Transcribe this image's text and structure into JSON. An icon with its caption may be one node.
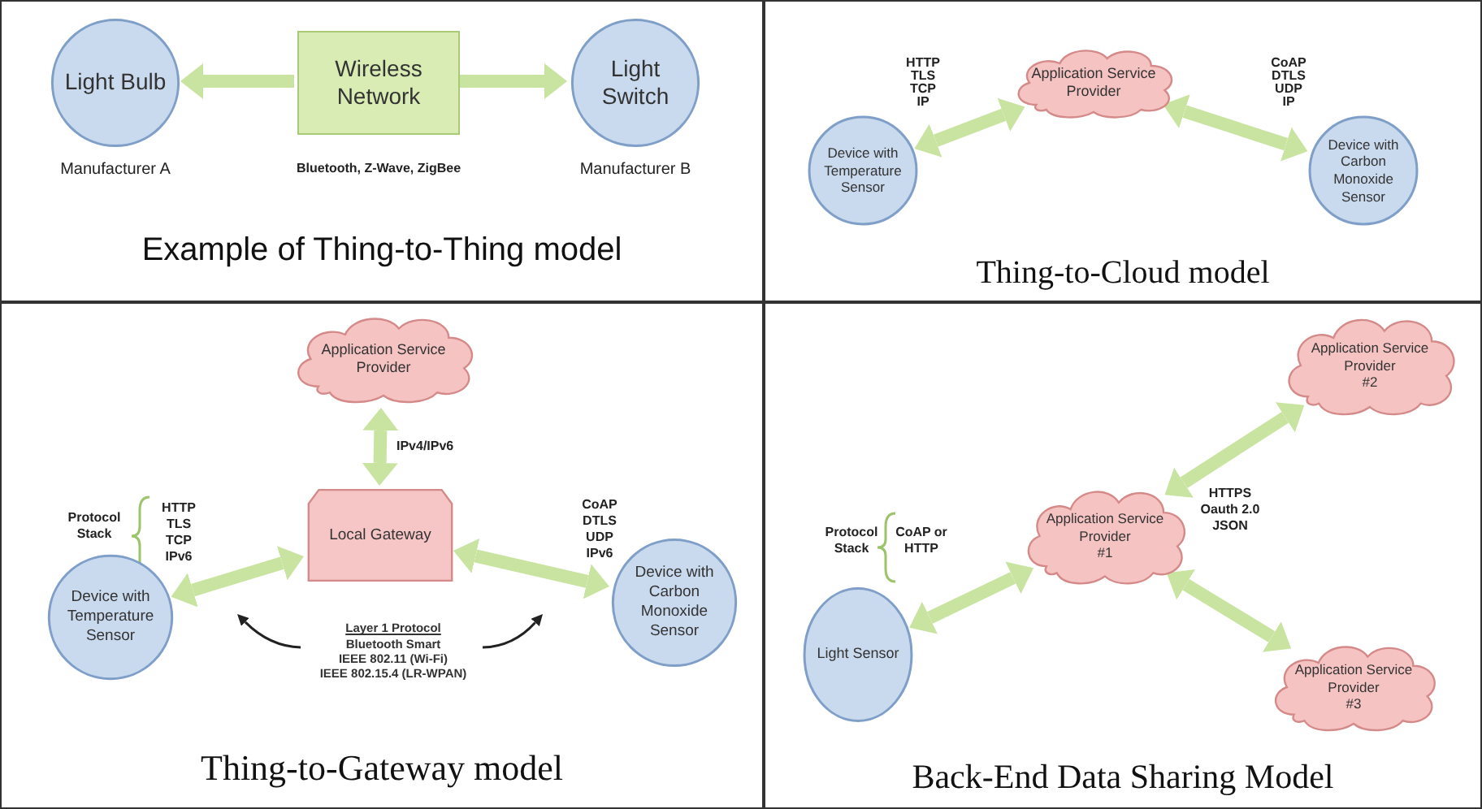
{
  "diagram": {
    "nodes": [
      {
        "text": [
          "Example of Thing-to-Thing model"
        ]
      },
      {
        "text": [
          "Light Bulb"
        ],
        "in": 0,
        "beside": [
          "Manufacturer A"
        ]
      },
      {
        "text": [
          "Wireless Network"
        ],
        "in": 0,
        "beside": [
          "Bluetooth, Z-Wave, ZigBee"
        ]
      },
      {
        "text": [
          "Light Switch"
        ],
        "in": 0,
        "beside": [
          "Manufacturer B"
        ]
      },
      {
        "text": [
          "Thing-to-Cloud model"
        ]
      },
      {
        "text": [
          "Application Service Provider"
        ],
        "in": 4
      },
      {
        "text": [
          "Device with Temperature Sensor"
        ],
        "in": 4
      },
      {
        "text": [
          "Device with Carbon Monoxide Sensor"
        ],
        "in": 4
      },
      {
        "text": [
          "Thing-to-Gateway model"
        ]
      },
      {
        "text": [
          "Application Service Provider"
        ],
        "in": 8
      },
      {
        "text": [
          "Local Gateway"
        ],
        "in": 8
      },
      {
        "text": [
          "Device with Temperature Sensor"
        ],
        "in": 8
      },
      {
        "text": [
          "Device with Carbon Monoxide Sensor"
        ],
        "in": 8
      },
      {
        "text": [
          "Layer 1 Protocol",
          "Bluetooth Smart",
          "IEEE 802.11 (Wi-Fi)",
          "IEEE 802.15.4 (LR-WPAN)"
        ],
        "in": 8
      },
      {
        "text": [
          "Back-End Data Sharing Model"
        ]
      },
      {
        "text": [
          "Application Service Provider",
          "#2"
        ],
        "in": 14
      },
      {
        "text": [
          "Application Service Provider",
          "#1"
        ],
        "in": 14
      },
      {
        "text": [
          "Light Sensor"
        ],
        "in": 14
      },
      {
        "text": [
          "Application Service Provider",
          "#3"
        ],
        "in": 14
      }
    ],
    "edges": [
      {
        "from": 2,
        "to": 1,
        "arrow": "to"
      },
      {
        "from": 2,
        "to": 3,
        "arrow": "to"
      },
      {
        "from": 6,
        "to": 5,
        "arrow": "both"
      },
      {
        "from": 7,
        "to": 5,
        "arrow": "both"
      },
      {
        "from": 9,
        "to": 10,
        "arrow": "both",
        "label": "IPv4/IPv6"
      },
      {
        "from": 11,
        "to": 10,
        "arrow": "both"
      },
      {
        "from": 12,
        "to": 10,
        "arrow": "both"
      },
      {
        "from": 13,
        "to": null,
        "arrow": "to",
        "color": "#222222"
      },
      {
        "from": 13,
        "to": null,
        "arrow": "to",
        "color": "#222222"
      },
      {
        "from": 17,
        "to": 16,
        "arrow": "both"
      },
      {
        "from": 16,
        "to": 15,
        "arrow": "both"
      },
      {
        "from": 16,
        "to": 18,
        "arrow": "both"
      }
    ],
    "labels": [
      "HTTP",
      "TLS",
      "TCP",
      "IP",
      "CoAP",
      "DTLS",
      "UDP",
      "IP",
      "Protocol Stack",
      "HTTP",
      "TLS",
      "TCP",
      "IPv6",
      "CoAP",
      "DTLS",
      "UDP",
      "IPv6",
      "Protocol Stack",
      "CoAP or HTTP",
      "HTTPS",
      "Oauth 2.0",
      "JSON"
    ]
  }
}
